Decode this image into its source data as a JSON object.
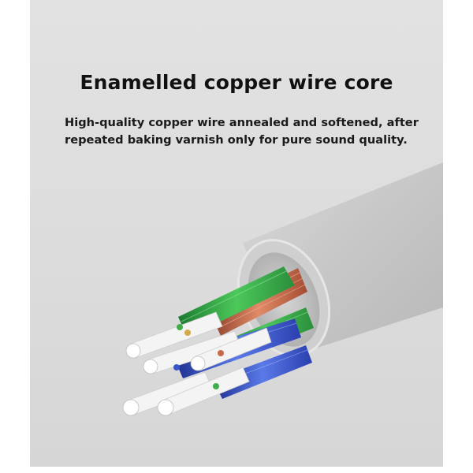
{
  "heading": {
    "title": "Enamelled copper wire core",
    "description_lines": [
      "High-quality copper wire annealed and softened, after",
      "repeated baking varnish only for pure sound quality."
    ]
  },
  "colors": {
    "background": "#dcdcdc",
    "cable_jacket": "#c9c9c9",
    "green_wire": "#3fae49",
    "copper_wire": "#c8684a",
    "blue_wire": "#3a55c8",
    "silver_strand": "#f2f2f2"
  },
  "illustration": {
    "subject": "cable-cross-section",
    "core_colors": [
      "green",
      "copper",
      "blue"
    ]
  }
}
